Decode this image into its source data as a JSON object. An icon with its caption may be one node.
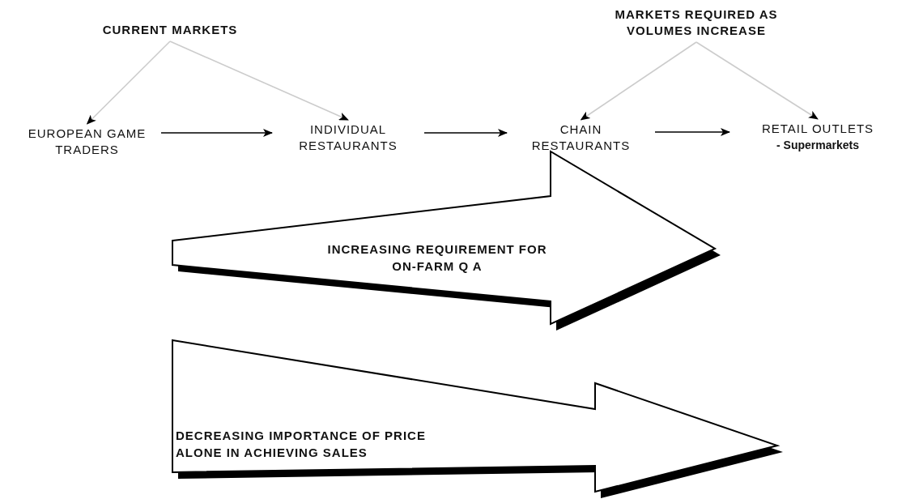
{
  "diagram": {
    "nodes": [
      {
        "text": [
          "CURRENT MARKETS"
        ]
      },
      {
        "text": [
          "MARKETS REQUIRED AS VOLUMES INCREASE"
        ]
      },
      {
        "text": [
          "EUROPEAN GAME TRADERS"
        ]
      },
      {
        "text": [
          "INDIVIDUAL RESTAURANTS"
        ]
      },
      {
        "text": [
          "CHAIN RESTAURANTS"
        ]
      },
      {
        "text": [
          "RETAIL OUTLETS",
          "- Supermarkets"
        ]
      },
      {
        "text": [
          "INCREASING REQUIREMENT FOR ON-FARM Q A"
        ]
      },
      {
        "text": [
          "DECREASING IMPORTANCE OF PRICE ALONE IN ACHIEVING SALES"
        ]
      }
    ],
    "edges": [
      {
        "from": 0,
        "to": 2,
        "arrow": "to",
        "color": "#cccccc"
      },
      {
        "from": 0,
        "to": 3,
        "arrow": "to",
        "color": "#cccccc"
      },
      {
        "from": 1,
        "to": 4,
        "arrow": "to",
        "color": "#cccccc"
      },
      {
        "from": 1,
        "to": 5,
        "arrow": "to",
        "color": "#cccccc"
      },
      {
        "from": 2,
        "to": 3,
        "arrow": "to",
        "color": "#000000"
      },
      {
        "from": 3,
        "to": 4,
        "arrow": "to",
        "color": "#000000"
      },
      {
        "from": 4,
        "to": 5,
        "arrow": "to",
        "color": "#000000"
      }
    ]
  }
}
